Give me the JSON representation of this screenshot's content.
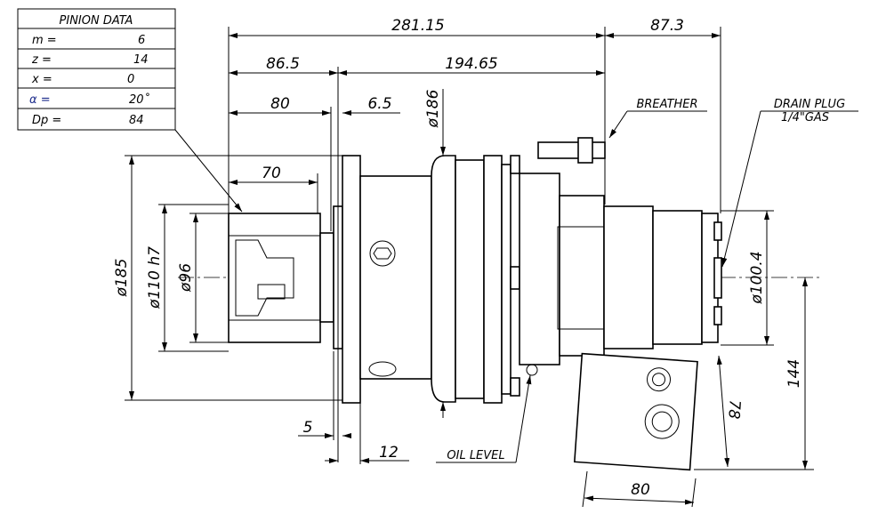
{
  "pinion_table": {
    "title": "PINION DATA",
    "rows": [
      {
        "label": "m  =",
        "value": "6"
      },
      {
        "label": "z  =",
        "value": "14"
      },
      {
        "label": "x  =",
        "value": "0"
      },
      {
        "label": "α =",
        "value": "20˚"
      },
      {
        "label": "Dp  =",
        "value": "84"
      }
    ]
  },
  "dimensions": {
    "overall_length": "281.15",
    "rear_length": "87.3",
    "flange_to_front": "86.5",
    "body_length": "194.65",
    "pinion_length": "80",
    "flange_thickness": "6.5",
    "body_diameter": "ø186",
    "tooth_length": "70",
    "flange_diameter": "ø185",
    "pilot_diameter": "ø110 h7",
    "pinion_diameter": "ø96",
    "pilot_step": "5",
    "flange_width": "12",
    "rear_diameter": "ø100.4",
    "height_offset": "144",
    "valve_height": "78",
    "valve_width": "80"
  },
  "callouts": {
    "breather": "BREATHER",
    "drain_plug": "DRAIN PLUG",
    "drain_plug_spec": "1/4\"GAS",
    "oil_level": "OIL LEVEL"
  }
}
